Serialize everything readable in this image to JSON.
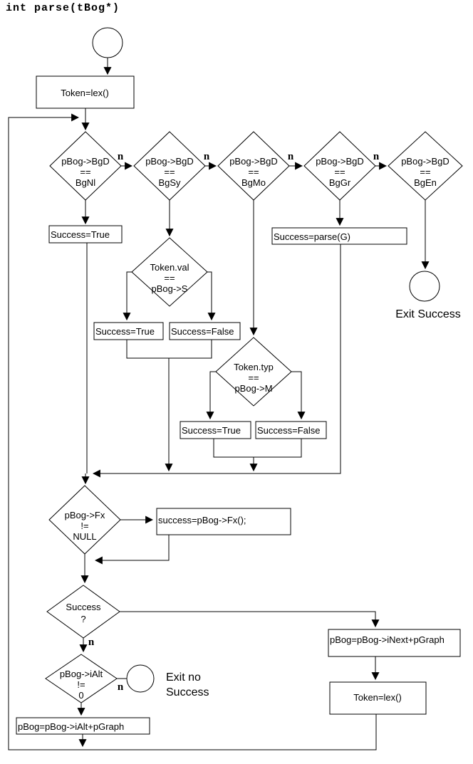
{
  "title": "int parse(tBog*)",
  "boxes": {
    "token_lex_top": "Token=lex()",
    "success_true_bgnl": "Success=True",
    "success_parse_g": "Success=parse(G)",
    "tokenval_true": "Success=True",
    "tokenval_false": "Success=False",
    "tokentyp_true": "Success=True",
    "tokentyp_false": "Success=False",
    "success_fx": "success=pBog->Fx();",
    "inext_pgraph": "pBog=pBog->iNext+pGraph",
    "token_lex_bottom": "Token=lex()",
    "ialt_pgraph": "pBog=pBog->iAlt+pGraph"
  },
  "diamonds": {
    "bgnl": [
      "pBog->BgD",
      "==",
      "BgNl"
    ],
    "bgsy": [
      "pBog->BgD",
      "==",
      "BgSy"
    ],
    "bgmo": [
      "pBog->BgD",
      "==",
      "BgMo"
    ],
    "bggr": [
      "pBog->BgD",
      "==",
      "BgGr"
    ],
    "bgen": [
      "pBog->BgD",
      "==",
      "BgEn"
    ],
    "token_val": [
      "Token.val",
      "==",
      "pBog->S"
    ],
    "token_typ": [
      "Token.typ",
      "==",
      "pBog->M"
    ],
    "fx_null": [
      "pBog->Fx",
      "!=",
      "NULL"
    ],
    "success": [
      "Success",
      "?"
    ],
    "ialt_zero": [
      "pBog->iAlt",
      "!=",
      "0"
    ]
  },
  "edge_labels": {
    "no_branch": "n"
  },
  "terminals": {
    "exit_success": "Exit Success",
    "exit_no_success_line1": "Exit no",
    "exit_no_success_line2": "Success"
  },
  "colors": {
    "stroke": "#000000",
    "background": "#ffffff",
    "text": "#000000"
  }
}
